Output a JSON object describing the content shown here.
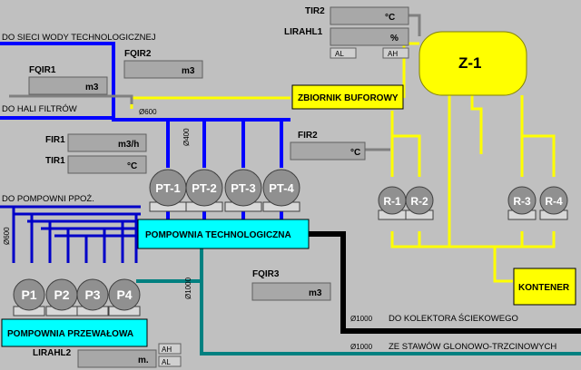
{
  "labels": {
    "water_network": "DO SIECI WODY TECHNOLOGICZNEJ",
    "filter_hall": "DO HALI FILTRÓW",
    "pre_pump": "DO POMPOWNI PPOŻ.",
    "sewage": "DO KOLEKTORA ŚCIEKOWEGO",
    "ponds": "ZE STAWÓW GLONOWO-TRZCINOWYCH"
  },
  "diameters": {
    "d600_top": "Ø600",
    "d400": "Ø400",
    "d600_left": "Ø600",
    "d1000_vert": "Ø1000",
    "d1000_sewage": "Ø1000",
    "d1000_ponds": "Ø1000"
  },
  "instruments": {
    "tir2": {
      "tag": "TIR2",
      "unit": "°C"
    },
    "lirahl1": {
      "tag": "LIRAHL1",
      "unit": "%",
      "alarm_low": "AL",
      "alarm_high": "AH"
    },
    "fqir1": {
      "tag": "FQIR1",
      "unit": "m3"
    },
    "fqir2": {
      "tag": "FQIR2",
      "unit": "m3"
    },
    "fir1": {
      "tag": "FIR1",
      "unit": "m3/h"
    },
    "tir1": {
      "tag": "TIR1",
      "unit": "°C"
    },
    "fir2": {
      "tag": "FIR2",
      "unit": "°C"
    },
    "fqir3": {
      "tag": "FQIR3",
      "unit": "m3"
    },
    "lirahl2": {
      "tag": "LIRAHL2",
      "unit": "m.",
      "alarm_high": "AH",
      "alarm_low": "AL"
    }
  },
  "tank": {
    "name": "Z-1"
  },
  "buffer_tank": "ZBIORNIK BUFOROWY",
  "container": "KONTENER",
  "stations": {
    "technological": "POMPOWNIA TECHNOLOGICZNA",
    "transfer": "POMPOWNIA PRZEWAŁOWA"
  },
  "pumps_tech": [
    "PT-1",
    "PT-2",
    "PT-3",
    "PT-4"
  ],
  "pumps_transfer": [
    "P1",
    "P2",
    "P3",
    "P4"
  ],
  "reactors": [
    "R-1",
    "R-2",
    "R-3",
    "R-4"
  ],
  "colors": {
    "background": "#c0c0c0",
    "water_blue": "#0000ff",
    "transfer_blue": "#0000c8",
    "teal": "#008080",
    "yellow": "#ffff00",
    "cyan": "#00ffff",
    "sewage_black": "#000000",
    "pump_body": "#909090"
  }
}
